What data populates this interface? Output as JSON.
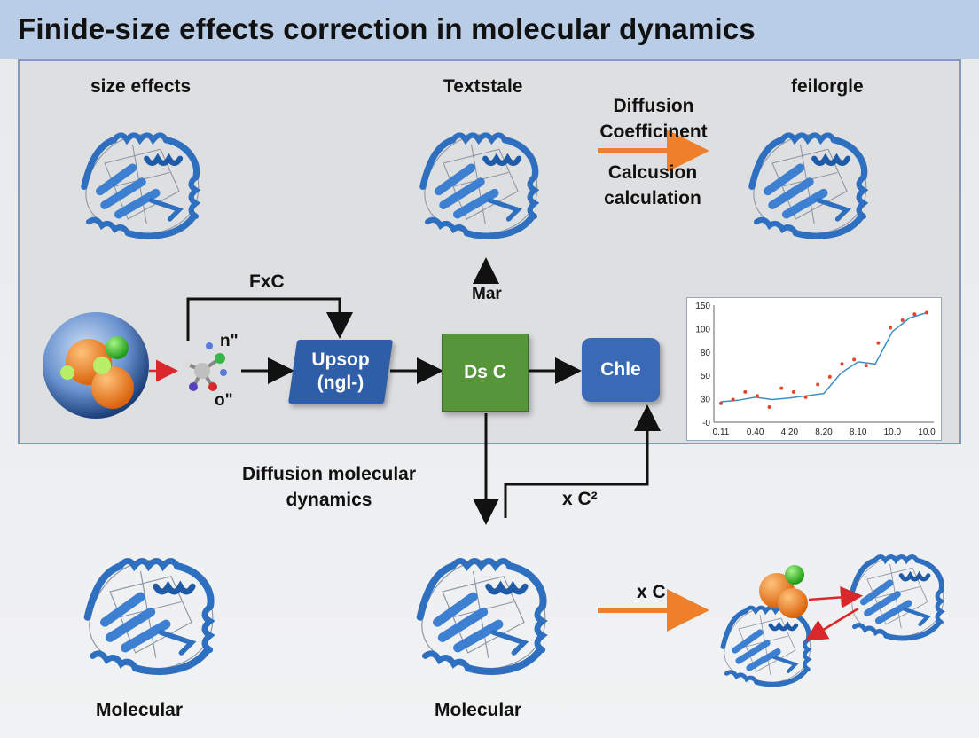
{
  "title": "Finide-size effects correction in molecular dynamics",
  "labels": {
    "size_effects": "size effects",
    "textstale": "Textstale",
    "feilorgle": "feilorgle",
    "diffusion_coeff": "Diffusion Coefficinent",
    "calcusion": "Calcusion calculation",
    "fxc": "FxC",
    "mar": "Mar",
    "n_sup": "n\"",
    "o_sup": "o\"",
    "diffusion_md": "Diffusion molecular dynamics",
    "xc2": "x C²",
    "xc": "x C",
    "molecular_left": "Molecular",
    "molecular_center": "Molecular"
  },
  "boxes": {
    "upsop": "Upsop (ngl-)",
    "dsc": "Ds C",
    "chle": "Chle"
  },
  "colors": {
    "protein": "#2e6fc0",
    "orange_arrow": "#f07f2c",
    "red_arrow": "#d9282b",
    "upsop_fill": "#2f5ea8",
    "dsc_fill": "#57953a",
    "chle_fill": "#3a6ab5",
    "chart_line": "#3a8fc8",
    "chart_points": "#e2452e"
  },
  "chart_data": {
    "type": "line",
    "x_tick_labels": [
      "0.11",
      "0.40",
      "4.20",
      "8.20",
      "8.10",
      "10.0",
      "10.0"
    ],
    "y_tick_labels": [
      "150",
      "100",
      "80",
      "50",
      "30",
      "-0"
    ],
    "series": [
      {
        "values": [
          22,
          24,
          28,
          25,
          27,
          30,
          33,
          60,
          75,
          72,
          115,
          133,
          140
        ]
      }
    ],
    "points": [
      20,
      25,
      35,
      30,
      15,
      40,
      35,
      28,
      45,
      55,
      72,
      78,
      70,
      100,
      120,
      130,
      138,
      140
    ],
    "ylim": [
      -5,
      150
    ],
    "grid": false
  }
}
